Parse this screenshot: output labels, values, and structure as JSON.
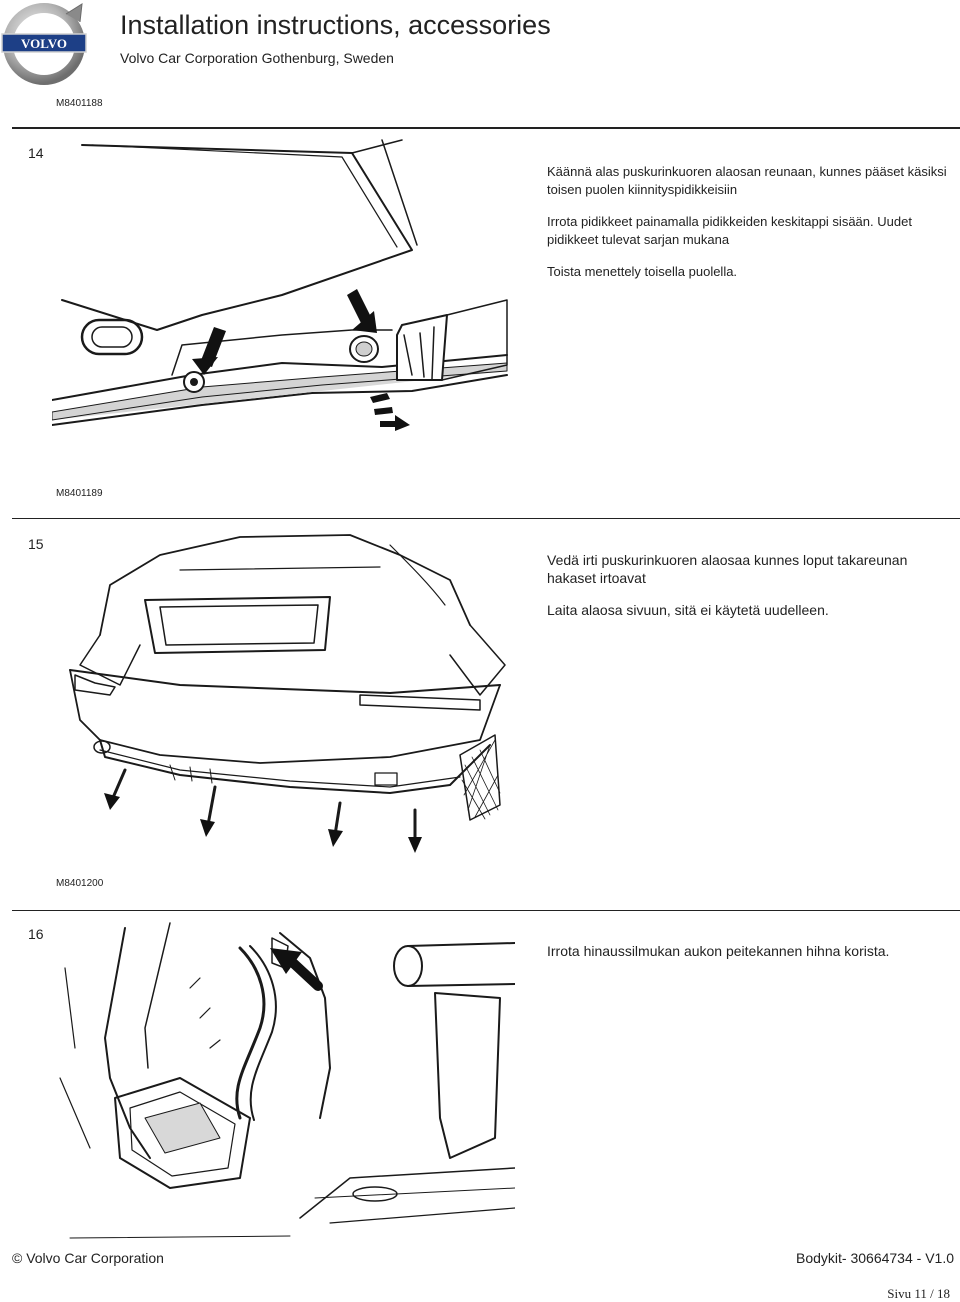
{
  "header": {
    "title": "Installation instructions, accessories",
    "subtitle": "Volvo Car Corporation Gothenburg, Sweden",
    "logo_text": "VOLVO"
  },
  "steps": [
    {
      "code": "M8401188",
      "number": "14",
      "paragraphs": [
        "Käännä alas puskurinkuoren alaosan reunaan, kunnes pääset käsiksi toisen puolen kiinnityspidikkeisiin",
        "Irrota pidikkeet painamalla pidikkeiden keskitappi sisään. Uudet pidikkeet tulevat sarjan mukana",
        "Toista menettely toisella puolella."
      ]
    },
    {
      "code": "M8401189",
      "number": "15",
      "paragraphs": [
        "Vedä irti puskurinkuoren alaosaa kunnes loput takareunan hakaset irtoavat",
        "Laita alaosa sivuun, sitä ei käytetä uudelleen."
      ]
    },
    {
      "code": "M8401200",
      "number": "16",
      "paragraphs": [
        "Irrota hinaussilmukan aukon peitekannen hihna korista."
      ]
    }
  ],
  "footer": {
    "copyright": "© Volvo Car Corporation",
    "document_id": "Bodykit- 30664734 - V1.0",
    "page": "Sivu 11 / 18"
  }
}
